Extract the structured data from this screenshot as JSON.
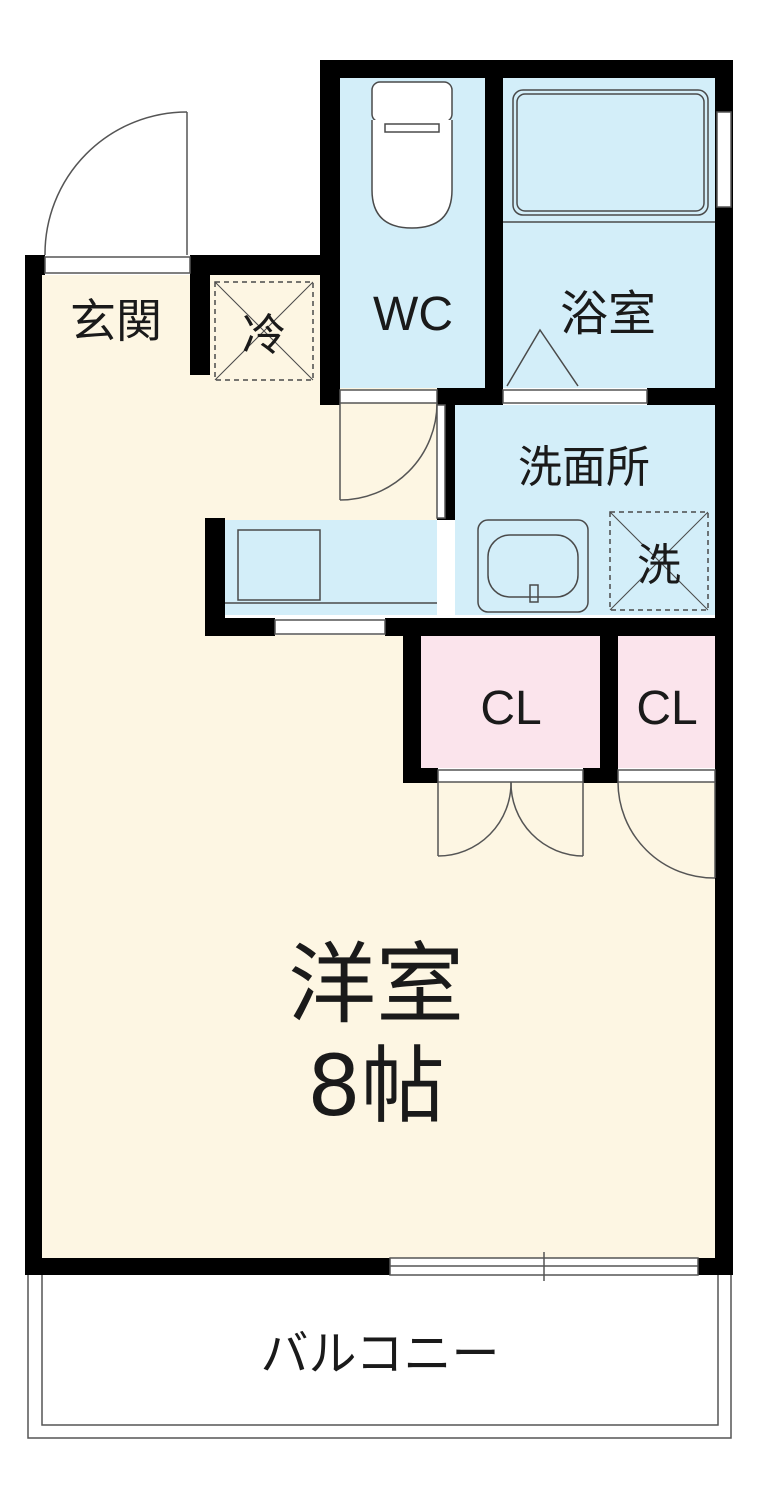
{
  "rooms": {
    "genkan": "玄関",
    "fridge": "冷",
    "wc": "WC",
    "bath": "浴室",
    "washroom": "洗面所",
    "washer": "洗",
    "closet_left": "CL",
    "closet_right": "CL",
    "main_room_name": "洋室",
    "main_room_size": "8帖",
    "balcony": "バルコニー"
  },
  "colors": {
    "wall": "#000000",
    "floor_main": "#fdf6e3",
    "wet_area": "#d3eef9",
    "closet": "#fbe4ec",
    "balcony": "#ffffff",
    "fixture_stroke": "#4a4a4a",
    "door_stroke": "#555555"
  }
}
